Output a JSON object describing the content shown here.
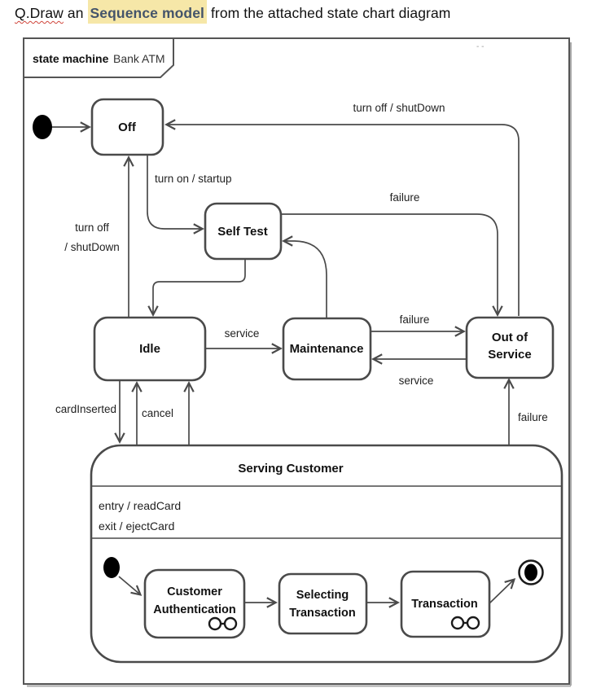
{
  "question": {
    "word_flagged": "Q.Draw",
    "mid": " an ",
    "highlighted": "Sequence model",
    "rest": " from the attached state chart diagram"
  },
  "frame": {
    "keyword": "state machine",
    "name": "Bank ATM",
    "artifact_dots": "‐  ‐"
  },
  "states": {
    "off": "Off",
    "self_test": "Self Test",
    "idle": "Idle",
    "maintenance": "Maintenance",
    "out_of_service": {
      "line1": "Out of",
      "line2": "Service"
    },
    "serving_customer": {
      "title": "Serving Customer",
      "entry_action": "entry / readCard",
      "exit_action": "exit / ejectCard"
    },
    "customer_authentication": {
      "line1": "Customer",
      "line2": "Authentication"
    },
    "selecting_transaction": {
      "line1": "Selecting",
      "line2": "Transaction"
    },
    "transaction": "Transaction"
  },
  "transitions": {
    "oos_to_off": "turn off / shutDown",
    "off_to_selftest": "turn on / startup",
    "selftest_to_oos": "failure",
    "idle_to_off_line1": "turn off",
    "idle_to_off_line2": "/ shutDown",
    "idle_to_maintenance": "service",
    "maintenance_to_oos": "failure",
    "oos_to_maintenance": "service",
    "idle_to_serving": "cardInserted",
    "serving_to_idle": "cancel",
    "serving_to_oos": "failure"
  },
  "colors": {
    "highlight_bg": "#f6e7a8",
    "highlight_text": "#44546a",
    "diagram_line": "#4a4a4a",
    "text": "#111111",
    "squiggle_red": "#d0453b"
  }
}
